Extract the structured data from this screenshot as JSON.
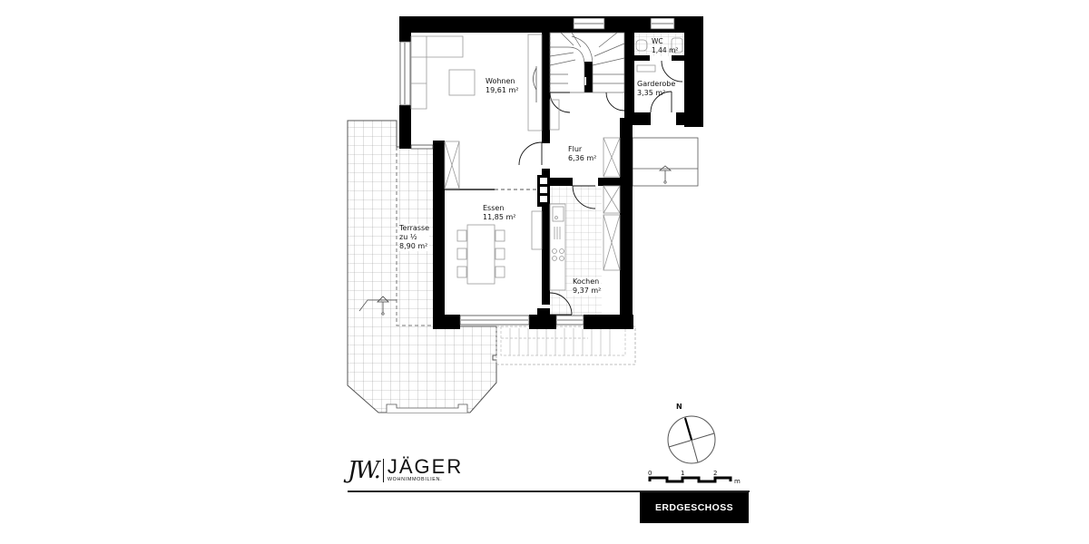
{
  "floor": {
    "name": "ERDGESCHOSS"
  },
  "brand": {
    "mark": "JW.",
    "name": "JÄGER",
    "subtitle": "WOHNIMMOBILIEN."
  },
  "rooms": [
    {
      "id": "wohnen",
      "name": "Wohnen",
      "area": "19,61 m²"
    },
    {
      "id": "flur",
      "name": "Flur",
      "area": "6,36 m²"
    },
    {
      "id": "wc",
      "name": "WC",
      "area": "1,44 m²"
    },
    {
      "id": "garderobe",
      "name": "Garderobe",
      "area": "3,35 m²"
    },
    {
      "id": "essen",
      "name": "Essen",
      "area": "11,85 m²"
    },
    {
      "id": "kochen",
      "name": "Kochen",
      "area": "9,37 m²"
    },
    {
      "id": "terrasse",
      "name": "Terrasse",
      "note": "zu ½",
      "area": "8,90 m²"
    }
  ],
  "compass": {
    "north_label": "N"
  },
  "scale_bar": {
    "ticks": [
      "0",
      "1",
      "2"
    ],
    "unit": "m"
  },
  "colors": {
    "wall": "#000000",
    "line": "#555555",
    "tile": "#9a9a9a",
    "dashed": "#888888",
    "tag_bg": "#000000",
    "tag_text": "#ffffff"
  }
}
